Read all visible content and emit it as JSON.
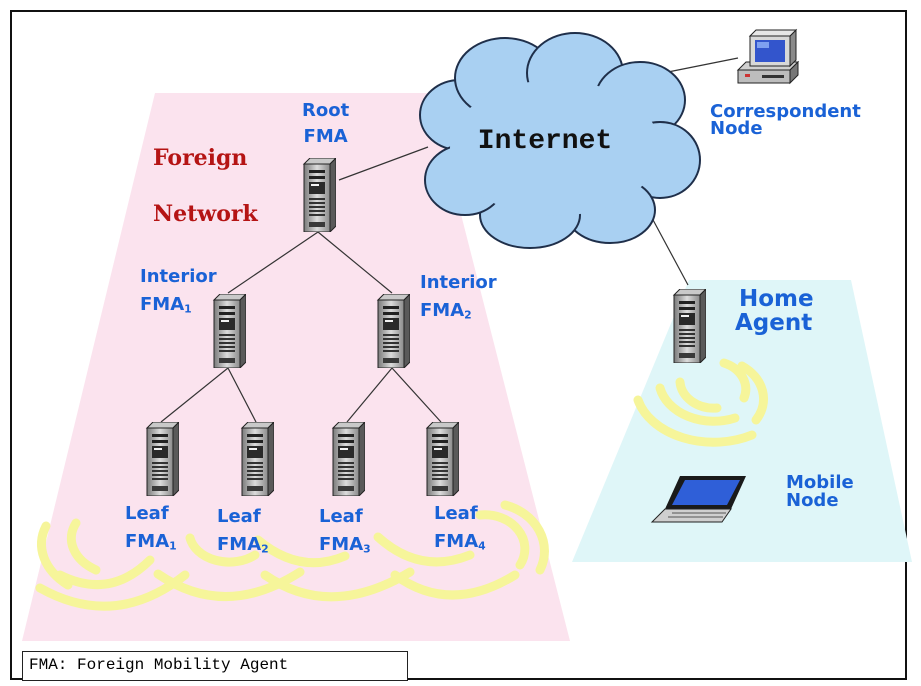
{
  "internet_label": "Internet",
  "foreign_network": {
    "line1": "Foreign",
    "line2": "Network"
  },
  "root_fma": {
    "line1": "Root",
    "line2": "FMA"
  },
  "interior_1": {
    "line1": "Interior",
    "base": "FMA",
    "sub": "1"
  },
  "interior_2": {
    "line1": "Interior",
    "base": "FMA",
    "sub": "2"
  },
  "leaf_1": {
    "line1": "Leaf",
    "base": "FMA",
    "sub": "1"
  },
  "leaf_2": {
    "line1": "Leaf",
    "base": "FMA",
    "sub": "2"
  },
  "leaf_3": {
    "line1": "Leaf",
    "base": "FMA",
    "sub": "3"
  },
  "leaf_4": {
    "line1": "Leaf",
    "base": "FMA",
    "sub": "4"
  },
  "home_agent": {
    "line1": "Home",
    "line2": "Agent"
  },
  "correspondent_node": {
    "line1": "Correspondent",
    "line2": "Node"
  },
  "mobile_node": {
    "line1": "Mobile",
    "line2": "Node"
  },
  "legend": "FMA: Foreign Mobility Agent",
  "colors": {
    "foreign_zone": "#fbe3ee",
    "home_zone": "#dff6f8",
    "cloud": "#a9d0f2",
    "label_blue": "#1a62d6",
    "label_red": "#b51414",
    "wireless": "#f6f59a"
  }
}
